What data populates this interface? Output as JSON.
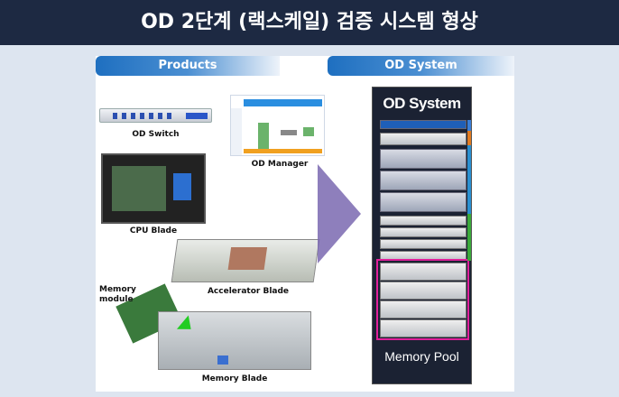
{
  "title": "OD 2단계 (랙스케일) 검증 시스템 형상",
  "products": {
    "header": "Products",
    "items": [
      "OD Switch",
      "OD Manager",
      "CPU Blade",
      "Accelerator Blade",
      "Memory module",
      "Memory Blade"
    ]
  },
  "system": {
    "header": "OD System",
    "rack_title": "OD System",
    "pool_label": "Memory Pool"
  },
  "colors": {
    "title_bg": "#1d2942",
    "header_blue": "#1e6fc0",
    "arrow": "#7a68b0",
    "pool_border": "#e0209a"
  }
}
